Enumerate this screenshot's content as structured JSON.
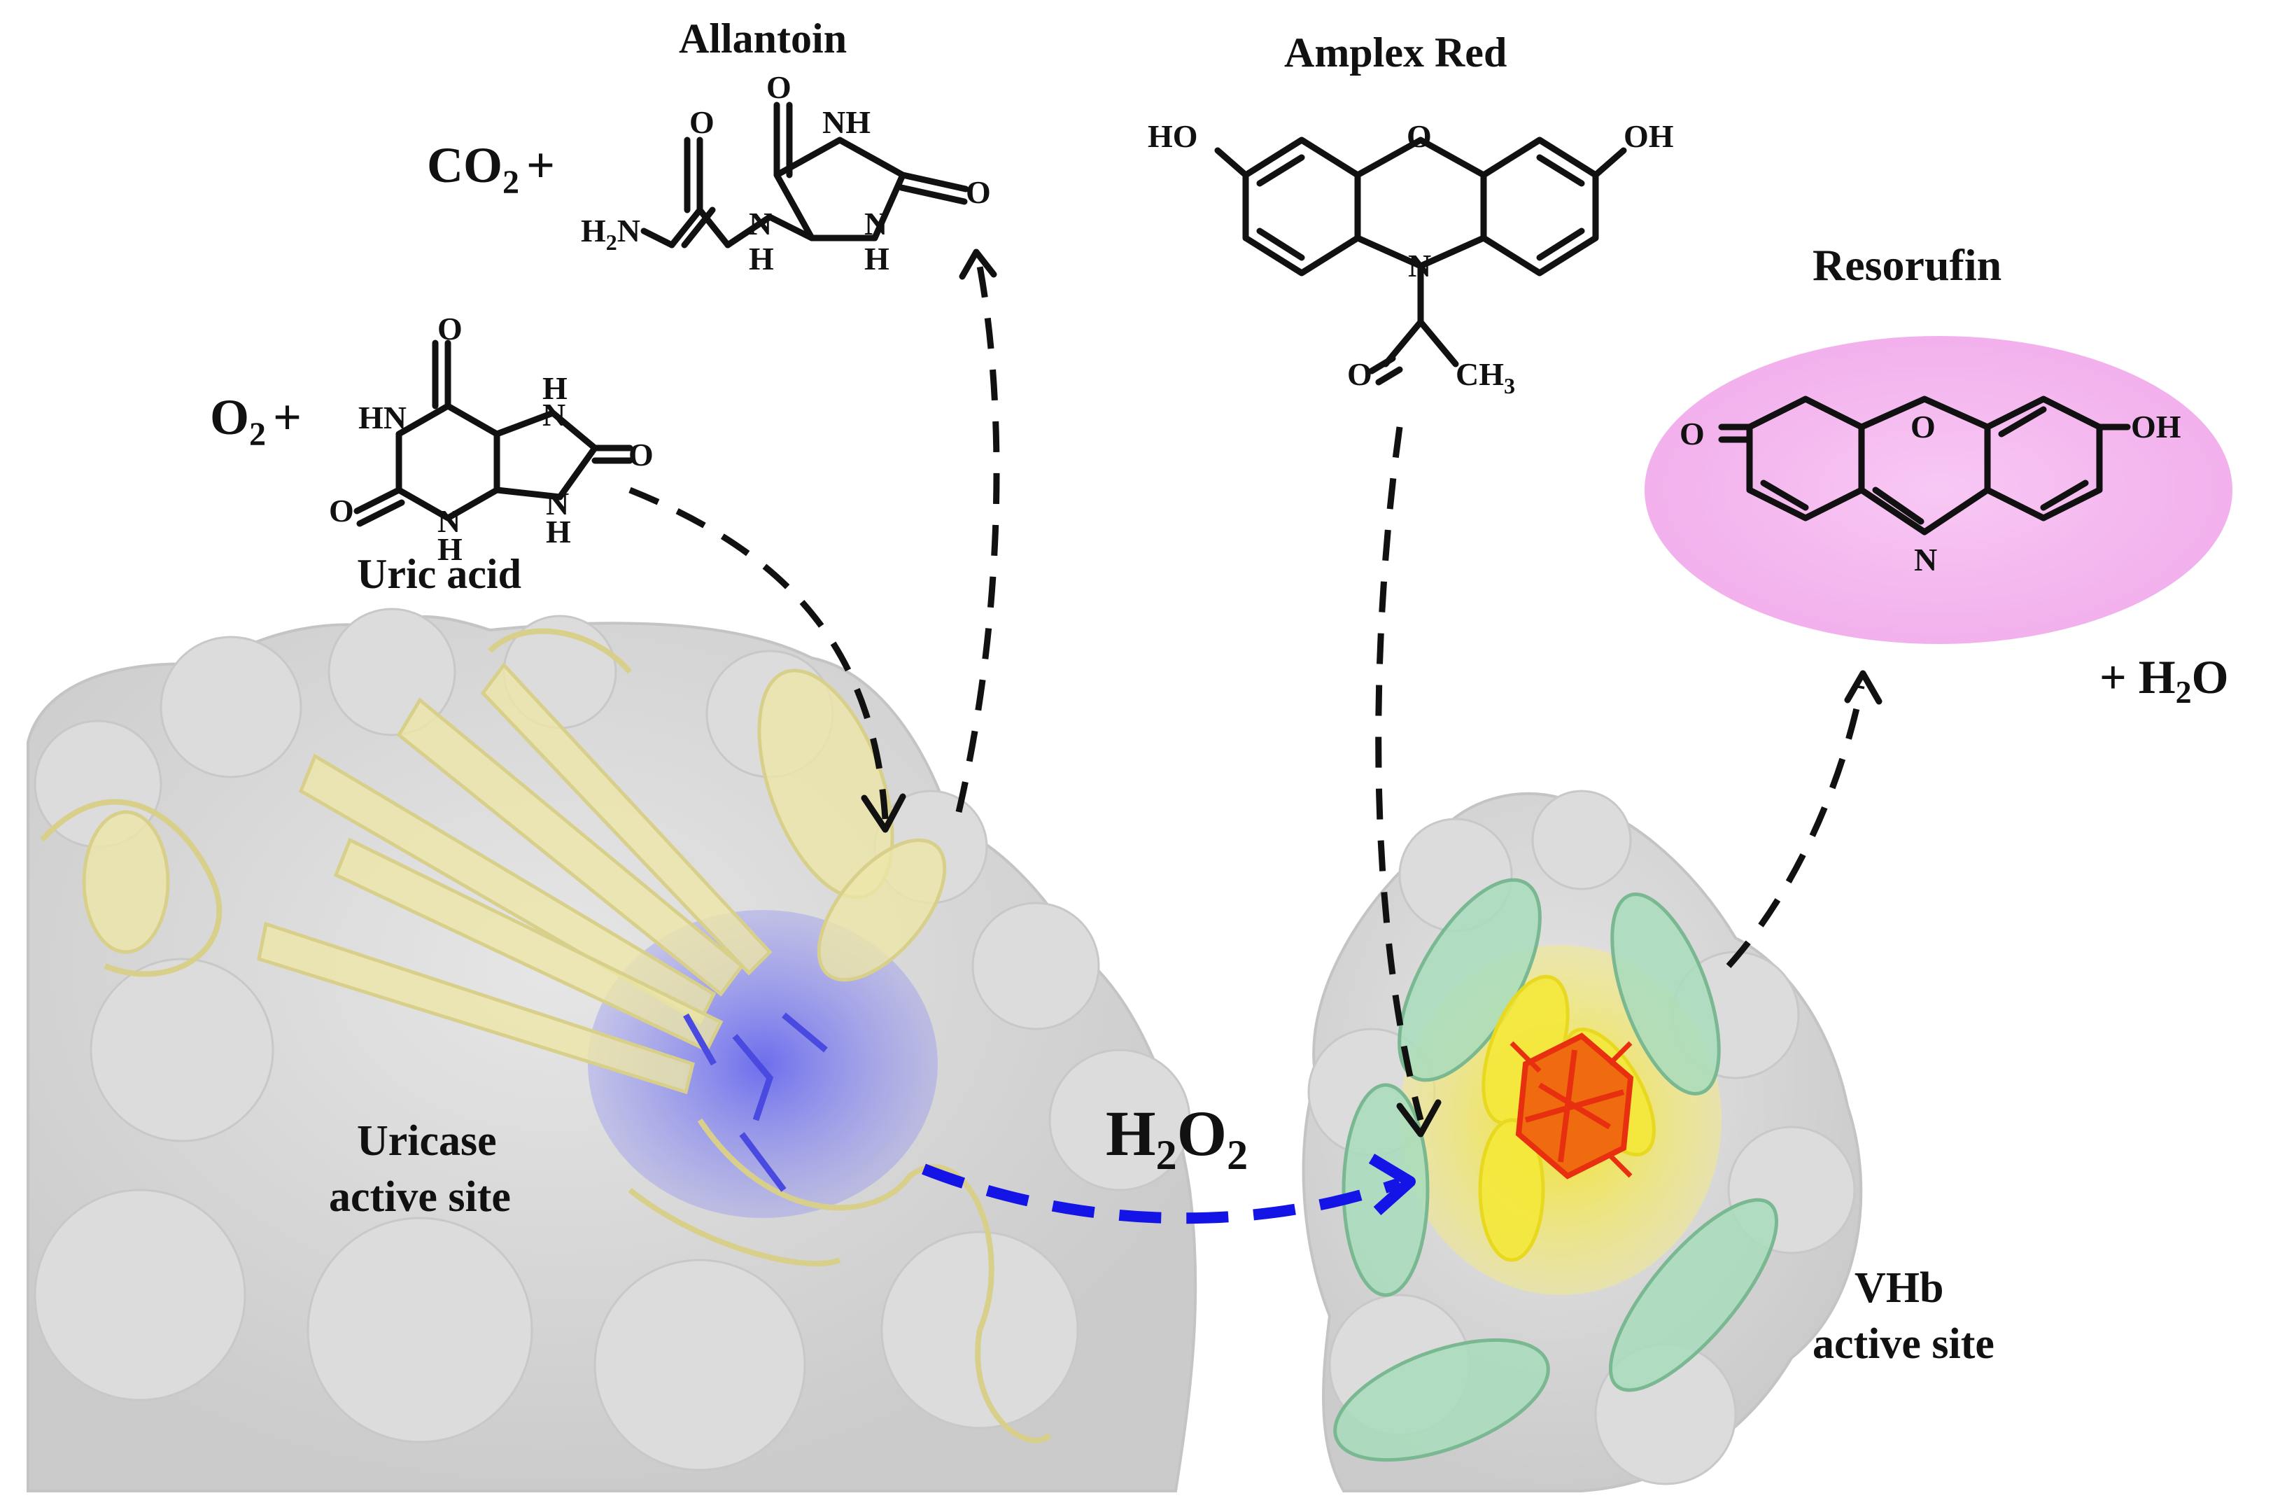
{
  "labels": {
    "allantoin": "Allantoin",
    "amplex_red": "Amplex Red",
    "resorufin": "Resorufin",
    "uric_acid": "Uric acid",
    "co2_prefix": "CO",
    "co2_sub": "2",
    "co2_plus": "+",
    "o2_prefix": "O",
    "o2_sub": "2",
    "o2_plus": "+",
    "h2o_prefix": "+ H",
    "h2o_sub": "2",
    "h2o_suffix": "O",
    "h2o2_h": "H",
    "h2o2_sub1": "2",
    "h2o2_o": "O",
    "h2o2_sub2": "2",
    "uricase_line1": "Uricase",
    "uricase_line2": "active site",
    "vhb_line1": "VHb",
    "vhb_line2": "active site"
  },
  "atoms": {
    "O": "O",
    "NH": "NH",
    "HN": "HN",
    "H": "H",
    "N": "N",
    "H2N_main": "H",
    "H2N_sub": "2",
    "H2N_end": "N",
    "HO": "HO",
    "OH": "OH",
    "CH3_main": "CH",
    "CH3_sub": "3"
  },
  "colors": {
    "resorufin_text": "#e8207a",
    "resorufin_glow": "#f4b3ee",
    "h2o2_arrow": "#1414e6",
    "uricase_ribbon": "#e6df9a",
    "uricase_site": "#5a5af0",
    "vhb_ribbon": "#8fd0a8",
    "vhb_site": "#f0e020",
    "heme": "#f04010",
    "protein_surface": "#d6d6d6"
  }
}
